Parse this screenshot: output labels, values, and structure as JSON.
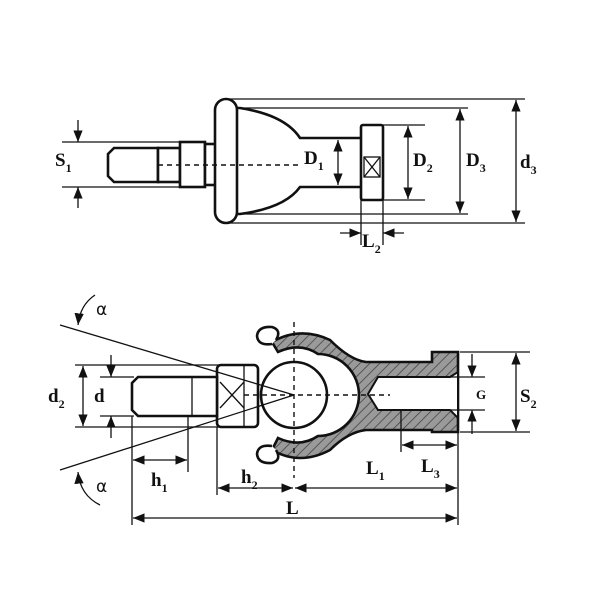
{
  "top_view": {
    "S1": {
      "main": "S",
      "sub": "1"
    },
    "D1": {
      "main": "D",
      "sub": "1"
    },
    "D2": {
      "main": "D",
      "sub": "2"
    },
    "D3": {
      "main": "D",
      "sub": "3"
    },
    "d3": {
      "main": "d",
      "sub": "3"
    },
    "L2": {
      "main": "L",
      "sub": "2"
    }
  },
  "section_view": {
    "alpha_top": "α",
    "alpha_bottom": "α",
    "d2": {
      "main": "d",
      "sub": "2"
    },
    "d": {
      "main": "d",
      "sub": ""
    },
    "h1": {
      "main": "h",
      "sub": "1"
    },
    "h2": {
      "main": "h",
      "sub": "2"
    },
    "L1": {
      "main": "L",
      "sub": "1"
    },
    "L3": {
      "main": "L",
      "sub": "3"
    },
    "L": {
      "main": "L",
      "sub": ""
    },
    "G": "G",
    "S2": {
      "main": "S",
      "sub": "2"
    }
  },
  "colors": {
    "line": "#111111",
    "background": "#ffffff",
    "section_fill": "#9a9a9a"
  }
}
